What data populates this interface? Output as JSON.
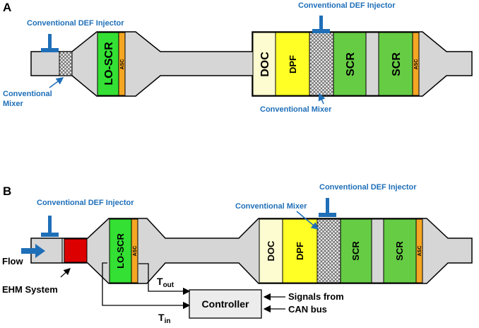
{
  "panels": {
    "a": {
      "letter": "A",
      "injector_left_label": "Conventional DEF Injector",
      "injector_right_label": "Conventional DEF Injector",
      "mixer_left_label_line1": "Conventional",
      "mixer_left_label_line2": "Mixer",
      "mixer_right_label": "Conventional Mixer",
      "blocks": {
        "lo_scr": "LO-SCR",
        "asc1": "ASC",
        "doc": "DOC",
        "dpf": "DPF",
        "scr1": "SCR",
        "scr2": "SCR",
        "asc2": "ASC"
      }
    },
    "b": {
      "letter": "B",
      "injector_left_label": "Conventional DEF Injector",
      "injector_right_label": "Conventional DEF Injector",
      "mixer_right_label": "Conventional Mixer",
      "flow_label": "Flow",
      "ehm_label": "EHM System",
      "tout_main": "T",
      "tout_sub": "out",
      "tin_main": "T",
      "tin_sub": "in",
      "controller_label": "Controller",
      "signals_line1": "Signals from",
      "signals_line2": "CAN bus",
      "blocks": {
        "lo_scr": "LO-SCR",
        "asc1": "ASC",
        "doc": "DOC",
        "dpf": "DPF",
        "scr1": "SCR",
        "scr2": "SCR",
        "asc2": "ASC"
      }
    }
  },
  "colors": {
    "housing": "#d6d6d6",
    "lo_scr": "#33e033",
    "asc": "#f5a623",
    "doc": "#fdfbd0",
    "dpf": "#ffff26",
    "scr": "#66cc44",
    "ehm": "#dd0000",
    "blue": "#1f6fb8"
  }
}
